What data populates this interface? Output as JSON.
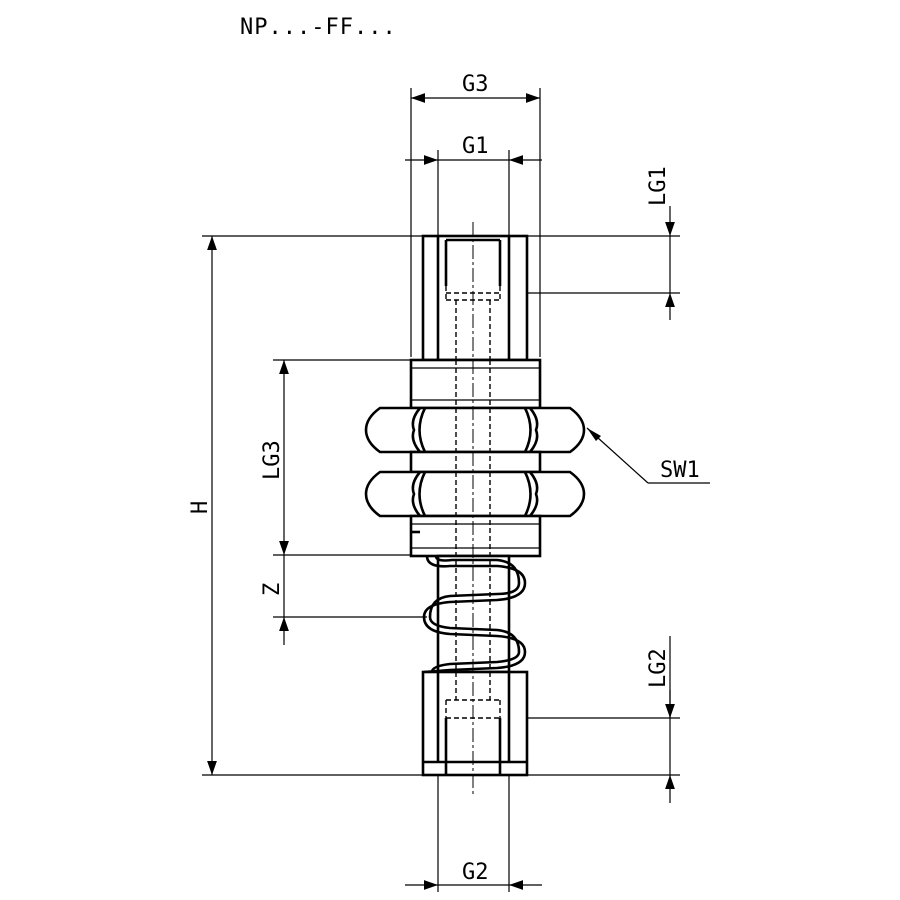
{
  "title": "NP...-FF...",
  "labels": {
    "g3": "G3",
    "g1": "G1",
    "g2": "G2",
    "lg1": "LG1",
    "lg2": "LG2",
    "lg3": "LG3",
    "sw1": "SW1",
    "h": "H",
    "z": "Z"
  }
}
